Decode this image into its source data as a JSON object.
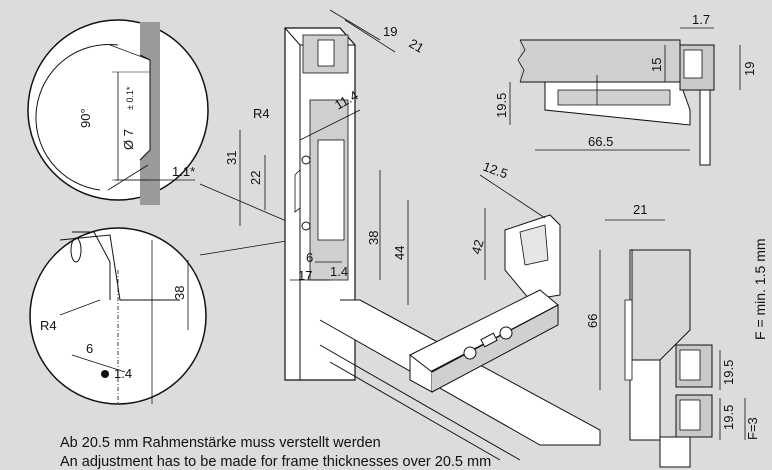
{
  "notes": {
    "line_de": "Ab 20.5 mm Rahmenstärke muss verstellt werden",
    "line_en": "An adjustment has to be made for frame thicknesses over 20.5 mm"
  },
  "detail_top": {
    "angle": "90°",
    "diameter": "Ø 7",
    "tolerance": "± 0.1*",
    "edge": "1.1*"
  },
  "detail_bottom": {
    "radius": "R4",
    "depth": "38",
    "width": "6",
    "wall": "1.4"
  },
  "frame": {
    "profile_a": "19",
    "profile_b": "21",
    "radius": "R4",
    "offset": "11.4",
    "d31": "31",
    "d22": "22",
    "d38": "38",
    "d44": "44",
    "d6": "6",
    "d17": "17",
    "d14": "1.4"
  },
  "hinge_iso": {
    "d125": "12.5",
    "d42": "42"
  },
  "top_view": {
    "d17": "1.7",
    "d15": "15",
    "d19": "19",
    "d195": "19.5",
    "d665": "66.5"
  },
  "side_view": {
    "d21": "21",
    "d66": "66",
    "d195a": "19.5",
    "d195b": "19.5",
    "f3": "F=3",
    "fmin": "F = min. 1.5 mm"
  }
}
